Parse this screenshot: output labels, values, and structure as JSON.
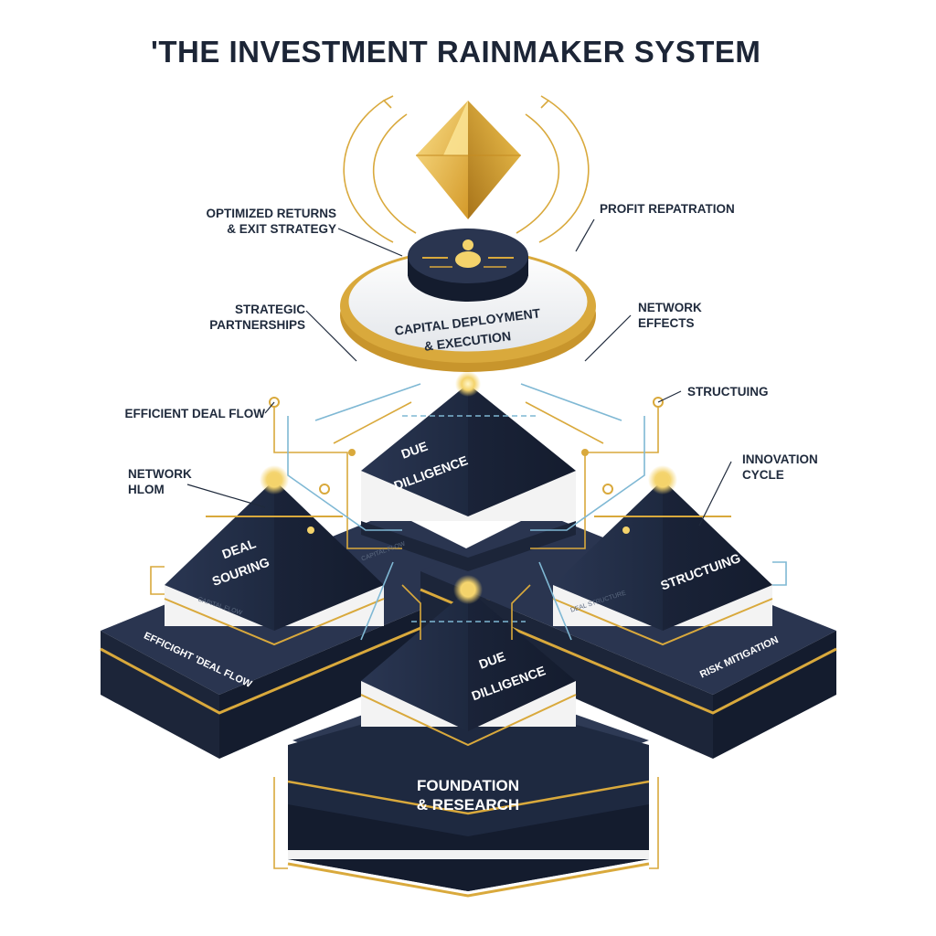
{
  "title": "'THE INVESTMENT RAINMAKER SYSTEM",
  "callouts": {
    "optimized_returns_1": "OPTIMIZED RETURNS",
    "optimized_returns_2": "& EXIT STRATEGY",
    "profit_repatriation": "PROFIT REPATRATION",
    "strategic_partnerships_1": "STRATEGIC",
    "strategic_partnerships_2": "PARTNERSHIPS",
    "network_effects_1": "NETWORK",
    "network_effects_2": "EFFECTS",
    "efficient_deal_flow": "EFFICIENT DEAL FLOW",
    "structuing": "STRUCTUING",
    "network_hlom_1": "NETWORK",
    "network_hlom_2": "HLOM",
    "innovation_cycle_1": "INNOVATION",
    "innovation_cycle_2": "CYCLE"
  },
  "disc": {
    "label_1": "CAPITAL DEPLOYMENT",
    "label_2": "& EXECUTION"
  },
  "pyramids": {
    "back_1": "DUE",
    "back_2": "DILLIGENCE",
    "left_1": "DEAL",
    "left_2": "SOURING",
    "right": "STRUCTUING",
    "front_1": "DUE",
    "front_2": "DILLIGENCE"
  },
  "platforms": {
    "left_label": "EFFICIGHT 'DEAL FLOW",
    "right_label": "RISK MITIGATION",
    "foundation_1": "FOUNDATION",
    "foundation_2": "& RESEARCH",
    "left_band": "CAPITAL FLOW",
    "right_band": "DEAL STRUCTURE",
    "back_band": "CAPITAL FLOW"
  },
  "colors": {
    "navy": "#1e2940",
    "navy_dark": "#141c2e",
    "navy_light": "#2e3a55",
    "gold": "#d9a93c",
    "gold_light": "#f4d36b",
    "cyan": "#7fb8d4",
    "text": "#1f2a3c"
  }
}
